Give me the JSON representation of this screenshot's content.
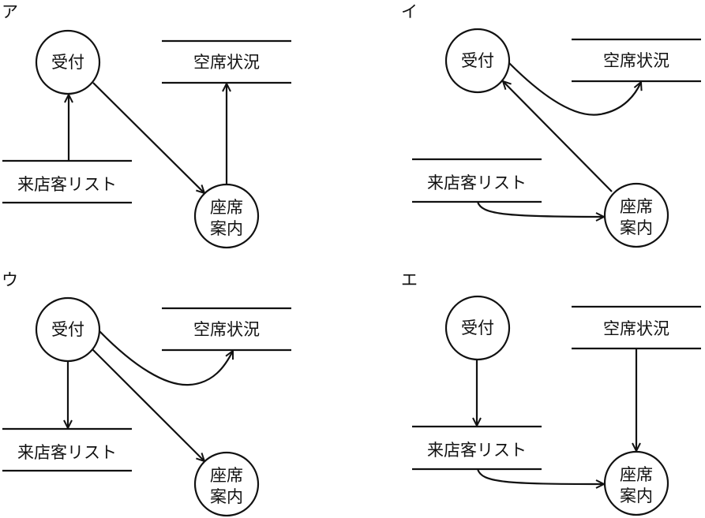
{
  "diagrams": [
    {
      "option": "ア",
      "processes": [
        {
          "id": "reception",
          "label": "受付"
        },
        {
          "id": "seating",
          "label_lines": [
            "座席",
            "案内"
          ]
        }
      ],
      "stores": [
        {
          "id": "vacancy",
          "label": "空席状況"
        },
        {
          "id": "visitor_list",
          "label": "来店客リスト"
        }
      ],
      "flows": [
        {
          "from": "visitor_list",
          "to": "reception"
        },
        {
          "from": "reception",
          "to": "seating"
        },
        {
          "from": "seating",
          "to": "vacancy"
        }
      ]
    },
    {
      "option": "イ",
      "processes": [
        {
          "id": "reception",
          "label": "受付"
        },
        {
          "id": "seating",
          "label_lines": [
            "座席",
            "案内"
          ]
        }
      ],
      "stores": [
        {
          "id": "vacancy",
          "label": "空席状況"
        },
        {
          "id": "visitor_list",
          "label": "来店客リスト"
        }
      ],
      "flows": [
        {
          "from": "reception",
          "to": "vacancy"
        },
        {
          "from": "seating",
          "to": "reception"
        },
        {
          "from": "visitor_list",
          "to": "seating"
        }
      ]
    },
    {
      "option": "ウ",
      "processes": [
        {
          "id": "reception",
          "label": "受付"
        },
        {
          "id": "seating",
          "label_lines": [
            "座席",
            "案内"
          ]
        }
      ],
      "stores": [
        {
          "id": "vacancy",
          "label": "空席状況"
        },
        {
          "id": "visitor_list",
          "label": "来店客リスト"
        }
      ],
      "flows": [
        {
          "from": "reception",
          "to": "vacancy"
        },
        {
          "from": "reception",
          "to": "visitor_list"
        },
        {
          "from": "reception",
          "to": "seating"
        }
      ]
    },
    {
      "option": "エ",
      "processes": [
        {
          "id": "reception",
          "label": "受付"
        },
        {
          "id": "seating",
          "label_lines": [
            "座席",
            "案内"
          ]
        }
      ],
      "stores": [
        {
          "id": "vacancy",
          "label": "空席状況"
        },
        {
          "id": "visitor_list",
          "label": "来店客リスト"
        }
      ],
      "flows": [
        {
          "from": "reception",
          "to": "visitor_list"
        },
        {
          "from": "vacancy",
          "to": "seating"
        },
        {
          "from": "visitor_list",
          "to": "seating"
        }
      ]
    }
  ]
}
